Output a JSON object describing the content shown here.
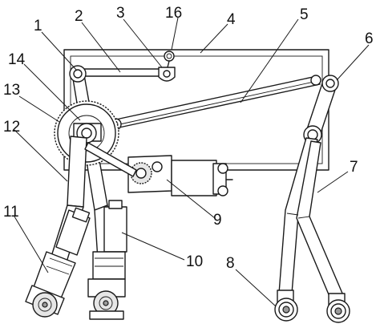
{
  "figure": {
    "labels": {
      "l1": "1",
      "l2": "2",
      "l3": "3",
      "l4": "4",
      "l5": "5",
      "l6": "6",
      "l7": "7",
      "l8": "8",
      "l9": "9",
      "l10": "10",
      "l11": "11",
      "l12": "12",
      "l13": "13",
      "l14": "14",
      "l16": "16"
    },
    "line_color": "#1a1a1a",
    "background": "#ffffff"
  }
}
